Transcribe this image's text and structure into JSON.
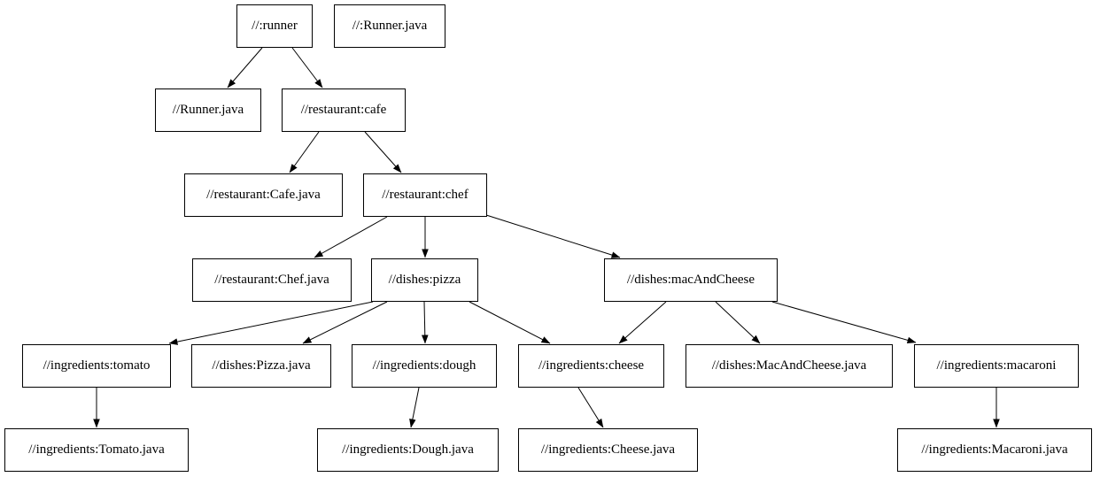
{
  "graph": {
    "nodes": [
      {
        "id": "runner",
        "label": "//:runner"
      },
      {
        "id": "runner-java-src",
        "label": "//:Runner.java"
      },
      {
        "id": "runner-java",
        "label": "//Runner.java"
      },
      {
        "id": "cafe",
        "label": "//restaurant:cafe"
      },
      {
        "id": "cafe-java",
        "label": "//restaurant:Cafe.java"
      },
      {
        "id": "chef",
        "label": "//restaurant:chef"
      },
      {
        "id": "chef-java",
        "label": "//restaurant:Chef.java"
      },
      {
        "id": "pizza",
        "label": "//dishes:pizza"
      },
      {
        "id": "mac-and-cheese",
        "label": "//dishes:macAndCheese"
      },
      {
        "id": "tomato",
        "label": "//ingredients:tomato"
      },
      {
        "id": "pizza-java",
        "label": "//dishes:Pizza.java"
      },
      {
        "id": "dough",
        "label": "//ingredients:dough"
      },
      {
        "id": "cheese",
        "label": "//ingredients:cheese"
      },
      {
        "id": "mac-and-cheese-java",
        "label": "//dishes:MacAndCheese.java"
      },
      {
        "id": "macaroni",
        "label": "//ingredients:macaroni"
      },
      {
        "id": "tomato-java",
        "label": "//ingredients:Tomato.java"
      },
      {
        "id": "dough-java",
        "label": "//ingredients:Dough.java"
      },
      {
        "id": "cheese-java",
        "label": "//ingredients:Cheese.java"
      },
      {
        "id": "macaroni-java",
        "label": "//ingredients:Macaroni.java"
      }
    ],
    "edges": [
      {
        "from": "runner",
        "to": "runner-java"
      },
      {
        "from": "runner",
        "to": "cafe"
      },
      {
        "from": "cafe",
        "to": "cafe-java"
      },
      {
        "from": "cafe",
        "to": "chef"
      },
      {
        "from": "chef",
        "to": "chef-java"
      },
      {
        "from": "chef",
        "to": "pizza"
      },
      {
        "from": "chef",
        "to": "mac-and-cheese"
      },
      {
        "from": "pizza",
        "to": "tomato"
      },
      {
        "from": "pizza",
        "to": "pizza-java"
      },
      {
        "from": "pizza",
        "to": "dough"
      },
      {
        "from": "pizza",
        "to": "cheese"
      },
      {
        "from": "mac-and-cheese",
        "to": "cheese"
      },
      {
        "from": "mac-and-cheese",
        "to": "mac-and-cheese-java"
      },
      {
        "from": "mac-and-cheese",
        "to": "macaroni"
      },
      {
        "from": "tomato",
        "to": "tomato-java"
      },
      {
        "from": "dough",
        "to": "dough-java"
      },
      {
        "from": "cheese",
        "to": "cheese-java"
      },
      {
        "from": "macaroni",
        "to": "macaroni-java"
      }
    ]
  },
  "colors": {
    "background": "#ffffff",
    "node_fill": "#ffffff",
    "node_border": "#000000",
    "edge": "#000000",
    "text": "#000000"
  }
}
